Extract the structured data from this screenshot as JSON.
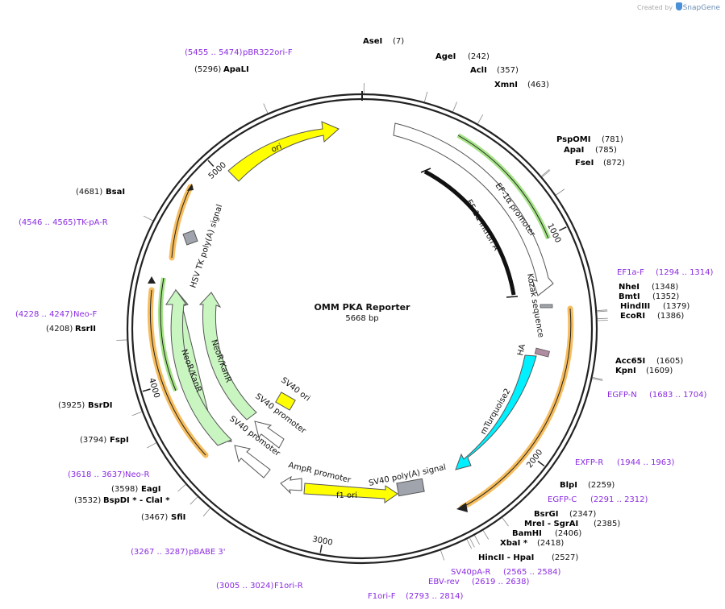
{
  "credit": {
    "created_by": "Created by",
    "brand": "SnapGene"
  },
  "plasmid": {
    "name": "OMM PKA Reporter",
    "length": "5668 bp",
    "total_bp": 5668
  },
  "ticks": [
    {
      "bp": 1000,
      "label": "1000"
    },
    {
      "bp": 2000,
      "label": "2000"
    },
    {
      "bp": 3000,
      "label": "3000"
    },
    {
      "bp": 4000,
      "label": "4000"
    },
    {
      "bp": 5000,
      "label": "5000"
    }
  ],
  "sites": [
    {
      "bp": 7,
      "name": "AseI",
      "num": "(7)"
    },
    {
      "bp": 242,
      "name": "AgeI",
      "num": "(242)"
    },
    {
      "bp": 357,
      "name": "AclI",
      "num": "(357)"
    },
    {
      "bp": 463,
      "name": "XmnI",
      "num": "(463)"
    },
    {
      "bp": 781,
      "name": "PspOMI",
      "num": "(781)"
    },
    {
      "bp": 785,
      "name": "ApaI",
      "num": "(785)"
    },
    {
      "bp": 872,
      "name": "FseI",
      "num": "(872)"
    },
    {
      "bp": 1348,
      "name": "NheI",
      "num": "(1348)"
    },
    {
      "bp": 1352,
      "name": "BmtI",
      "num": "(1352)"
    },
    {
      "bp": 1379,
      "name": "HindIII",
      "num": "(1379)"
    },
    {
      "bp": 1386,
      "name": "EcoRI",
      "num": "(1386)"
    },
    {
      "bp": 1605,
      "name": "Acc65I",
      "num": "(1605)"
    },
    {
      "bp": 1609,
      "name": "KpnI",
      "num": "(1609)"
    },
    {
      "bp": 2259,
      "name": "BlpI",
      "num": "(2259)"
    },
    {
      "bp": 2347,
      "name": "BsrGI",
      "num": "(2347)"
    },
    {
      "bp": 2385,
      "name": "MreI  - SgrAI",
      "num": "(2385)"
    },
    {
      "bp": 2406,
      "name": "BamHI",
      "num": "(2406)"
    },
    {
      "bp": 2418,
      "name": "XbaI *",
      "num": "(2418)"
    },
    {
      "bp": 2527,
      "name": "HincII  - HpaI",
      "num": "(2527)"
    },
    {
      "bp": 3467,
      "name": "SfiI",
      "num": "(3467)"
    },
    {
      "bp": 3532,
      "name": "BspDI *  - ClaI *",
      "num": "(3532)"
    },
    {
      "bp": 3598,
      "name": "EagI",
      "num": "(3598)"
    },
    {
      "bp": 3794,
      "name": "FspI",
      "num": "(3794)"
    },
    {
      "bp": 3925,
      "name": "BsrDI",
      "num": "(3925)"
    },
    {
      "bp": 4208,
      "name": "RsrII",
      "num": "(4208)"
    },
    {
      "bp": 4681,
      "name": "BsaI",
      "num": "(4681)"
    },
    {
      "bp": 5296,
      "name": "ApaLI",
      "num": "(5296)"
    }
  ],
  "primers": [
    {
      "name": "EF1a-F",
      "range": "(1294 .. 1314)"
    },
    {
      "name": "EGFP-N",
      "range": "(1683 .. 1704)"
    },
    {
      "name": "EXFP-R",
      "range": "(1944 .. 1963)"
    },
    {
      "name": "EGFP-C",
      "range": "(2291 .. 2312)"
    },
    {
      "name": "SV40pA-R",
      "range": "(2565 .. 2584)"
    },
    {
      "name": "EBV-rev",
      "range": "(2619 .. 2638)"
    },
    {
      "name": "F1ori-F",
      "range": "(2793 .. 2814)"
    },
    {
      "name": "F1ori-R",
      "range": "(3005 .. 3024)"
    },
    {
      "name": "pBABE 3'",
      "range": "(3267 .. 3287)"
    },
    {
      "name": "Neo-R",
      "range": "(3618 .. 3637)"
    },
    {
      "name": "Neo-F",
      "range": "(4228 .. 4247)"
    },
    {
      "name": "TK-pA-R",
      "range": "(4546 .. 4565)"
    },
    {
      "name": "pBR322ori-F",
      "range": "(5455 .. 5474)"
    }
  ],
  "features": [
    {
      "name": "EF-1α promoter"
    },
    {
      "name": "EF-1α intron A"
    },
    {
      "name": "Kozak sequence"
    },
    {
      "name": "HA"
    },
    {
      "name": "mTurquoise2"
    },
    {
      "name": "SV40 poly(A) signal"
    },
    {
      "name": "f1 ori"
    },
    {
      "name": "AmpR promoter"
    },
    {
      "name": "SV40 promoter"
    },
    {
      "name": "SV40 promoter"
    },
    {
      "name": "SV40 ori"
    },
    {
      "name": "NeoR/KanR"
    },
    {
      "name": "NeoR/KanR"
    },
    {
      "name": "HSV TK poly(A) signal"
    },
    {
      "name": "ori"
    }
  ],
  "colors": {
    "backbone": "#222222",
    "primer": "#8a2be2",
    "orf_highlight": "#f5b041",
    "mturquoise": "#00f0ff",
    "ori": "#ffff00",
    "neo": "#c8f5c0",
    "promoter": "#ffffff",
    "polya": "#a0a4ac"
  }
}
